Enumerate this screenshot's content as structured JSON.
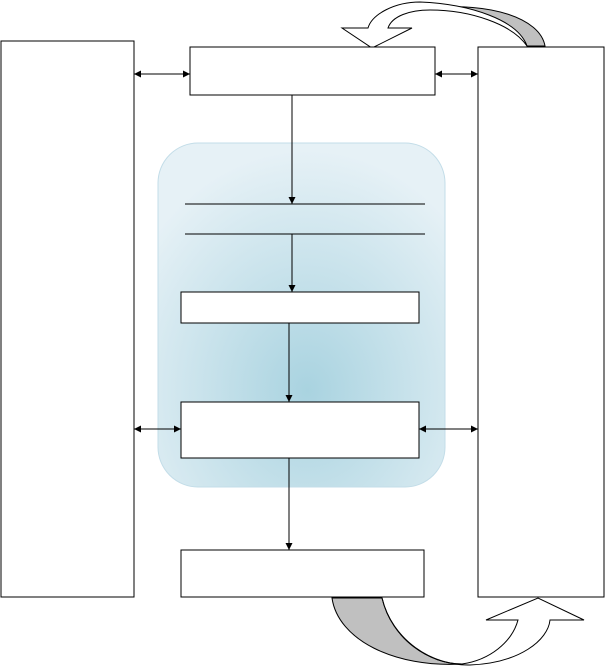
{
  "diagram": {
    "nodes": [
      {
        "id": "left-panel",
        "shape": "rectangle",
        "label": ""
      },
      {
        "id": "right-panel",
        "shape": "rectangle",
        "label": ""
      },
      {
        "id": "top-box",
        "shape": "rectangle",
        "label": ""
      },
      {
        "id": "stage-1-band",
        "shape": "double-line band",
        "label": ""
      },
      {
        "id": "stage-2-box",
        "shape": "rectangle",
        "label": ""
      },
      {
        "id": "stage-3-box",
        "shape": "rectangle",
        "label": ""
      },
      {
        "id": "bottom-box",
        "shape": "rectangle",
        "label": ""
      },
      {
        "id": "process-region",
        "shape": "rounded rectangle",
        "label": ""
      }
    ],
    "connectors": [
      {
        "from": "top-box",
        "to": "stage-1-band",
        "style": "single-arrow"
      },
      {
        "from": "stage-1-band",
        "to": "stage-2-box",
        "style": "single-arrow"
      },
      {
        "from": "stage-2-box",
        "to": "stage-3-box",
        "style": "single-arrow"
      },
      {
        "from": "stage-3-box",
        "to": "bottom-box",
        "style": "single-arrow"
      },
      {
        "from": "left-panel",
        "to": "top-box",
        "style": "double-arrow"
      },
      {
        "from": "top-box",
        "to": "right-panel",
        "style": "double-arrow"
      },
      {
        "from": "left-panel",
        "to": "stage-3-box",
        "style": "double-arrow"
      },
      {
        "from": "stage-3-box",
        "to": "right-panel",
        "style": "double-arrow"
      },
      {
        "from": "right-panel",
        "to": "top-box",
        "style": "curved-block-arrow"
      },
      {
        "from": "bottom-box",
        "to": "right-panel",
        "style": "curved-block-arrow"
      }
    ],
    "colors": {
      "stroke": "#000000",
      "box_fill": "#ffffff",
      "region_edge": "#e6f1f6",
      "region_center": "#a9d3e0",
      "region_border": "#c3dde8",
      "curved_arrow_fill": "#c0c0c0"
    }
  }
}
